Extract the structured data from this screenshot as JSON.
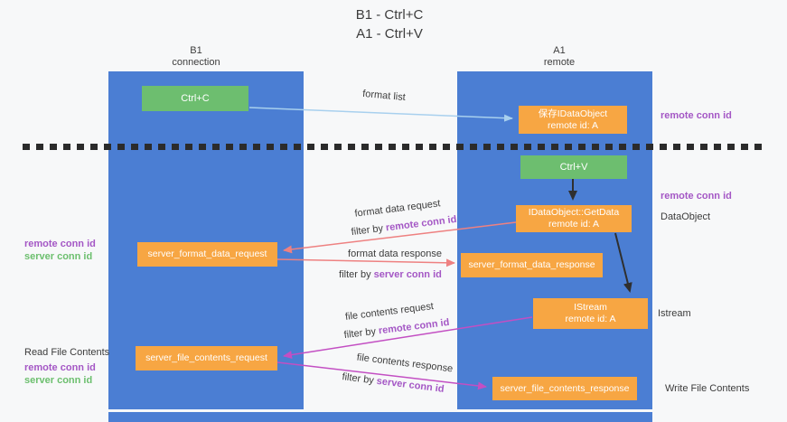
{
  "title": {
    "line1": "B1 - Ctrl+C",
    "line2": "A1 - Ctrl+V"
  },
  "lanes": {
    "left": {
      "name": "B1",
      "role": "connection"
    },
    "right": {
      "name": "A1",
      "role": "remote"
    }
  },
  "nodes": {
    "ctrl_c": {
      "label": "Ctrl+C"
    },
    "ctrl_v": {
      "label": "Ctrl+V"
    },
    "saved_idataobject": {
      "line1": "保存IDataObject",
      "line2": "remote id: A"
    },
    "getdata": {
      "line1": "IDataObject::GetData",
      "line2": "remote id: A"
    },
    "istream": {
      "line1": "IStream",
      "line2": "remote id: A"
    },
    "format_request": {
      "label": "server_format_data_request"
    },
    "format_response": {
      "label": "server_format_data_response"
    },
    "file_request": {
      "label": "server_file_contents_request"
    },
    "file_response": {
      "label": "server_file_contents_response"
    }
  },
  "shared": {
    "filter_by": "filter by",
    "remote_conn_id": "remote conn id",
    "server_conn_id": "server conn id"
  },
  "edge_labels": {
    "format_list": "format list",
    "format_data_request": "format data request",
    "format_data_response": "format data response",
    "file_contents_request": "file contents request",
    "file_contents_response": "file contents response"
  },
  "side_labels": {
    "dataobject": "DataObject",
    "istream": "Istream",
    "read_file_contents": "Read File Contents",
    "write_file_contents": "Write File Contents"
  },
  "colors": {
    "lane_blue": "#4b7ed3",
    "node_green": "#6dbe6f",
    "node_orange": "#f7a643",
    "label_purple": "#a457c5",
    "label_green": "#6cbf6e",
    "arrow_salmon": "#ee8181",
    "arrow_magenta": "#c34fc3",
    "arrow_lightblue": "#a8d0ee",
    "arrow_black": "#2f2f2f",
    "background": "#f7f8f9"
  }
}
